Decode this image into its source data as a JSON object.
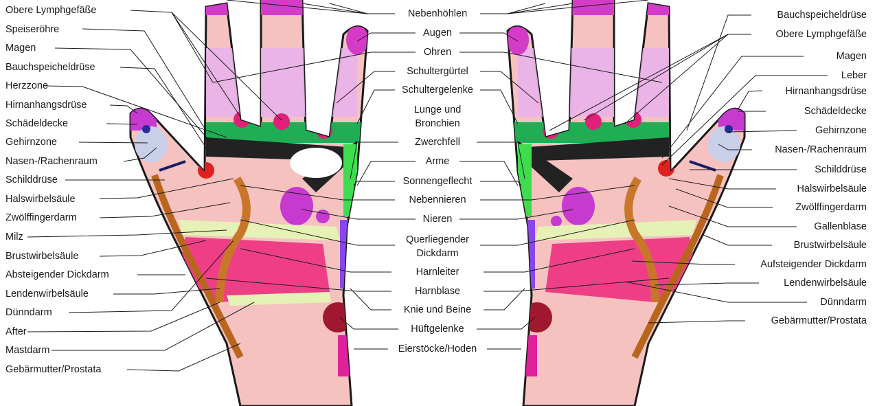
{
  "left_labels": [
    "Obere Lymphgefäße",
    "Speiseröhre",
    "Magen",
    "Bauchspeicheldrüse",
    "Herzzone",
    "Hirnanhangsdrüse",
    "Schädeldecke",
    "Gehirnzone",
    "Nasen-/Rachenraum",
    "Schilddrüse",
    "Halswirbelsäule",
    "Zwölffingerdarm",
    "Milz",
    "Brustwirbelsäule",
    "Absteigender Dickdarm",
    "Lendenwirbelsäule",
    "Dünndarm",
    "After",
    "Mastdarm",
    "Gebärmutter/Prostata"
  ],
  "center_labels": [
    "Nebenhöhlen",
    "Augen",
    "Ohren",
    "Schultergürtel",
    "Schultergelenke",
    "Lunge und\nBronchien",
    "Zwerchfell",
    "Arme",
    "Sonnengeflecht",
    "Nebennieren",
    "Nieren",
    "Querliegender\nDickdarm",
    "Harnleiter",
    "Harnblase",
    "Knie und Beine",
    "Hüftgelenke",
    "Eierstöcke/Hoden"
  ],
  "right_labels": [
    "Bauchspeicheldrüse",
    "Obere Lymphgefäße",
    "Magen",
    "Leber",
    "Hirnanhangsdrüse",
    "Schädeldecke",
    "Gehirnzone",
    "Nasen-/Rachenraum",
    "Schilddrüse",
    "Halswirbelsäule",
    "Zwölffingerdarm",
    "Gallenblase",
    "Brustwirbelsäule",
    "Aufsteigender Dickdarm",
    "Lendenwirbelsäule",
    "Dünndarm",
    "Gebärmutter/Prostata"
  ],
  "colors": {
    "skin": "#f6c2c0",
    "skin_light": "#f9d6d4",
    "magenta": "#dd2a8f",
    "pink": "#ee3f86",
    "violet": "#c73ad0",
    "lavender": "#e9b2ea",
    "green": "#1fae54",
    "black": "#222222",
    "red": "#e0211f",
    "brown": "#c8772a",
    "darkred": "#8a1020",
    "purple_line": "#7c3fe0",
    "lime": "#dff0b0",
    "bluegrey": "#c9cfe8"
  }
}
